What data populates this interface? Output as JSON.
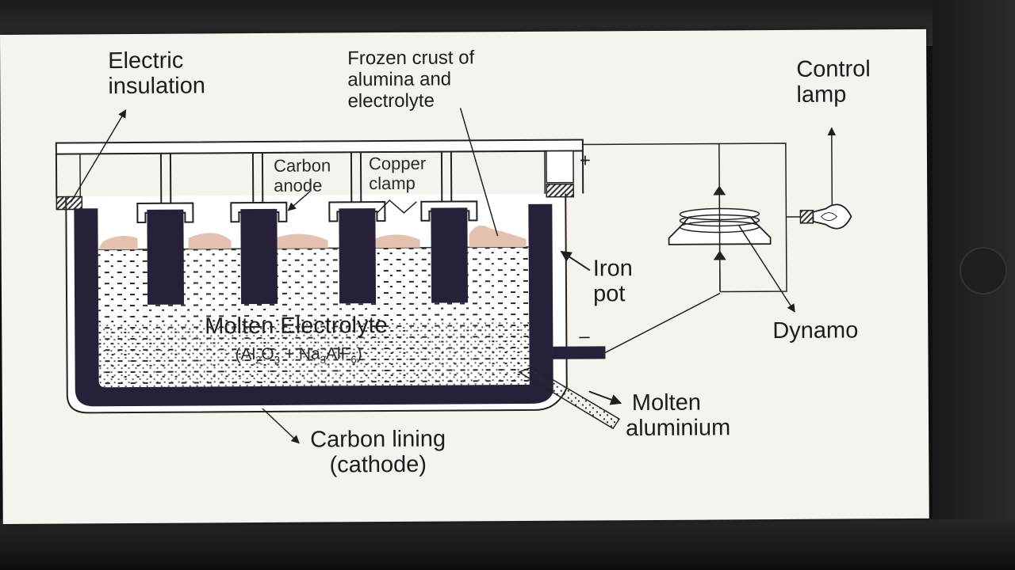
{
  "labels": {
    "electric_insulation": [
      "Electric",
      "insulation"
    ],
    "frozen_crust": [
      "Frozen crust of",
      "alumina and",
      "electrolyte"
    ],
    "control_lamp": [
      "Control",
      "lamp"
    ],
    "carbon_anode": [
      "Carbon",
      "anode"
    ],
    "copper_clamp": [
      "Copper",
      "clamp"
    ],
    "iron_pot": [
      "Iron",
      "pot"
    ],
    "molten_electrolyte": "Molten Electrolyte",
    "formula": {
      "open": "(Al",
      "al_sub": "2",
      "o": "O",
      "o_sub": "3",
      "plus": " + Na",
      "na_sub": "3",
      "alf": "AlF",
      "f_sub": "6",
      "close": ")"
    },
    "dynamo": "Dynamo",
    "molten_aluminium": [
      "Molten",
      "aluminium"
    ],
    "carbon_lining": [
      "Carbon lining",
      "(cathode)"
    ],
    "plus_terminal": "+",
    "minus_terminal": "–"
  },
  "colors": {
    "screen_bg": "#f6f3ee",
    "ink": "#1d1d1d",
    "carbon": "#262039",
    "crust": "#e5c2b0",
    "iron_pot": "#ffffff"
  },
  "icons": [
    "lamp-icon",
    "dynamo-icon",
    "anode-block-icon"
  ]
}
